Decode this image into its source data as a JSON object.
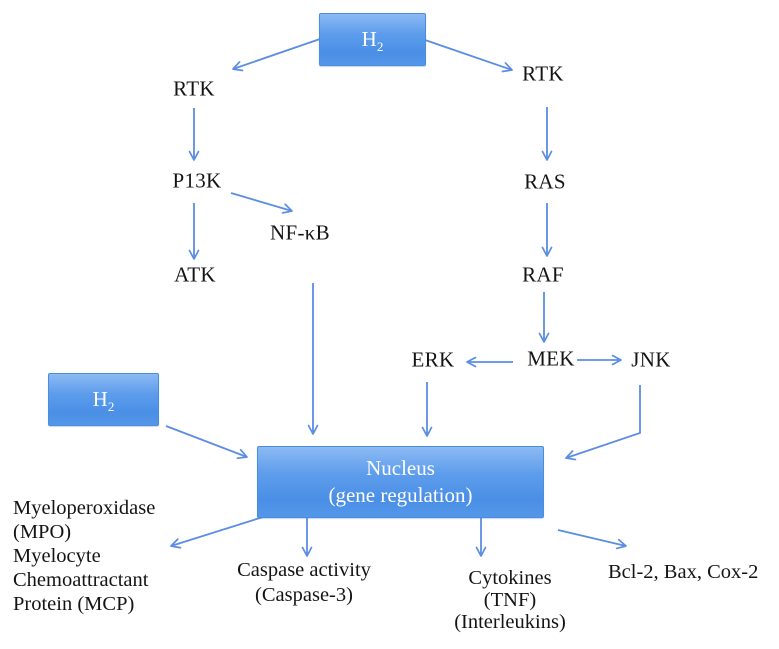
{
  "figure": {
    "background": "#ffffff",
    "colors": {
      "arrow": "#5b8de2",
      "box_border": "#4a8ddc",
      "box_fill_top": "#8cbaf3",
      "box_fill_bottom": "#4a8fe6",
      "box_text": "#ffffff",
      "label_text": "#141414"
    }
  },
  "boxes": {
    "h2_top": {
      "main": "H",
      "sub": "2"
    },
    "h2_left": {
      "main": "H",
      "sub": "2"
    },
    "nucleus": {
      "line1": "Nucleus",
      "line2": "(gene regulation)"
    }
  },
  "nodes": {
    "rtk_left": "RTK",
    "p13k": "P13K",
    "atk": "ATK",
    "nfkb": "NF-κB",
    "rtk_right": "RTK",
    "ras": "RAS",
    "raf": "RAF",
    "mek": "MEK",
    "erk": "ERK",
    "jnk": "JNK"
  },
  "outputs": {
    "mpo_lines": [
      "Myeloperoxidase",
      "(MPO)",
      "Myelocyte",
      "Chemoattractant",
      "Protein (MCP)"
    ],
    "caspase_lines": [
      "Caspase activity",
      "(Caspase-3)"
    ],
    "cytokine_lines": [
      "Cytokines",
      "(TNF)",
      "(Interleukins)"
    ],
    "bcl": "Bcl-2, Bax, Cox-2"
  }
}
